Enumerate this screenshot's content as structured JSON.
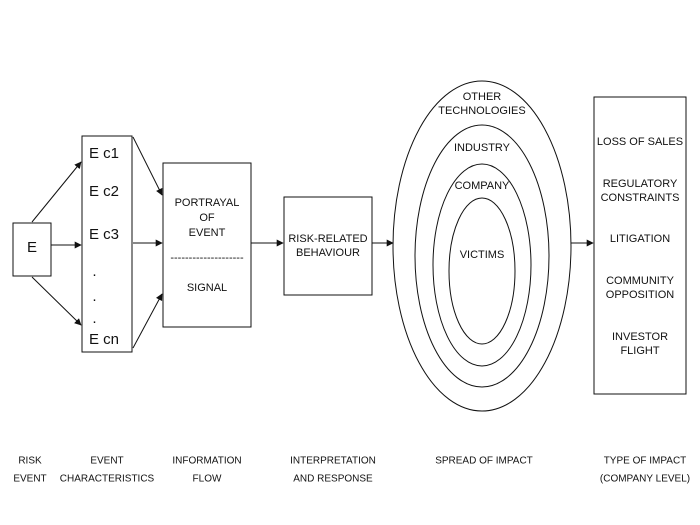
{
  "event_box": {
    "label": "E"
  },
  "characteristics": {
    "items": [
      "E c1",
      "E c2",
      "E c3",
      "E cn"
    ],
    "dots": [
      "·",
      "·",
      "·"
    ]
  },
  "information_flow": {
    "top_lines": [
      "PORTRAYAL",
      "OF",
      "EVENT"
    ],
    "divider": "--------------------",
    "bottom": "SIGNAL"
  },
  "behaviour": {
    "lines": [
      "RISK-RELATED",
      "BEHAVIOUR"
    ]
  },
  "spread": {
    "rings": [
      "OTHER",
      "TECHNOLOGIES",
      "INDUSTRY",
      "COMPANY",
      "VICTIMS"
    ]
  },
  "impacts": {
    "items": [
      "LOSS OF SALES",
      "REGULATORY",
      "CONSTRAINTS",
      "LITIGATION",
      "COMMUNITY",
      "OPPOSITION",
      "INVESTOR",
      "FLIGHT"
    ]
  },
  "captions": {
    "risk_event": [
      "RISK",
      "EVENT"
    ],
    "event_characteristics": [
      "EVENT",
      "CHARACTERISTICS"
    ],
    "information_flow": [
      "INFORMATION",
      "FLOW"
    ],
    "interpretation": [
      "INTERPRETATION",
      "AND RESPONSE"
    ],
    "spread": [
      "SPREAD OF IMPACT"
    ],
    "type_of_impact": [
      "TYPE OF IMPACT",
      "(COMPANY LEVEL)"
    ]
  }
}
